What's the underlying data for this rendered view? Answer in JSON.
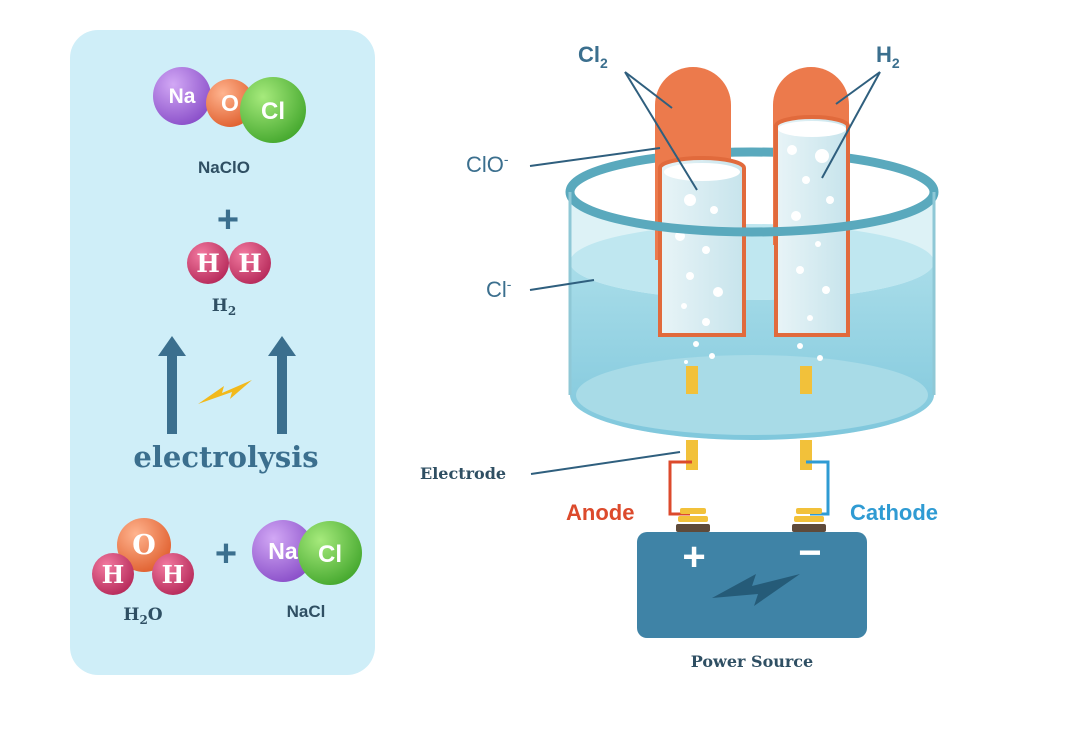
{
  "left_panel": {
    "product_molecule": {
      "atoms": [
        "Na",
        "O",
        "Cl"
      ],
      "label": "NaClO"
    },
    "plus_sign": "+",
    "hydrogen_molecule": {
      "atoms": [
        "H",
        "H"
      ],
      "label_main": "H",
      "label_sub": "2"
    },
    "process_label": "electrolysis",
    "water_molecule": {
      "atoms": [
        "O",
        "H",
        "H"
      ],
      "label_main": "H",
      "label_sub": "2",
      "label_tail": "O"
    },
    "reactant_plus_sign": "+",
    "salt_molecule": {
      "atoms": [
        "Na",
        "Cl"
      ],
      "label": "NaCl"
    }
  },
  "cell_diagram": {
    "cl2_label": {
      "main": "Cl",
      "sub": "2"
    },
    "h2_label": {
      "main": "H",
      "sub": "2"
    },
    "hypochlorite_label": {
      "main": "ClO",
      "sup": "-"
    },
    "chloride_label": {
      "main": "Cl",
      "sup": "-"
    },
    "electrode_label": "Electrode",
    "anode_label": "Anode",
    "cathode_label": "Cathode",
    "battery_plus": "+",
    "battery_minus": "−",
    "power_source_label": "Power Source"
  },
  "colors": {
    "panel_bg": "#cfeef8",
    "dark_blue": "#3b6f8e",
    "anode_red": "#dc4a2c",
    "cathode_blue": "#2f9bd3",
    "tube_orange": "#ec7a4c",
    "battery": "#3f83a6",
    "na_purple": "#a06ad6",
    "o_orange": "#ec7a4c",
    "cl_green": "#5ec240",
    "h_magenta": "#d2416e"
  }
}
